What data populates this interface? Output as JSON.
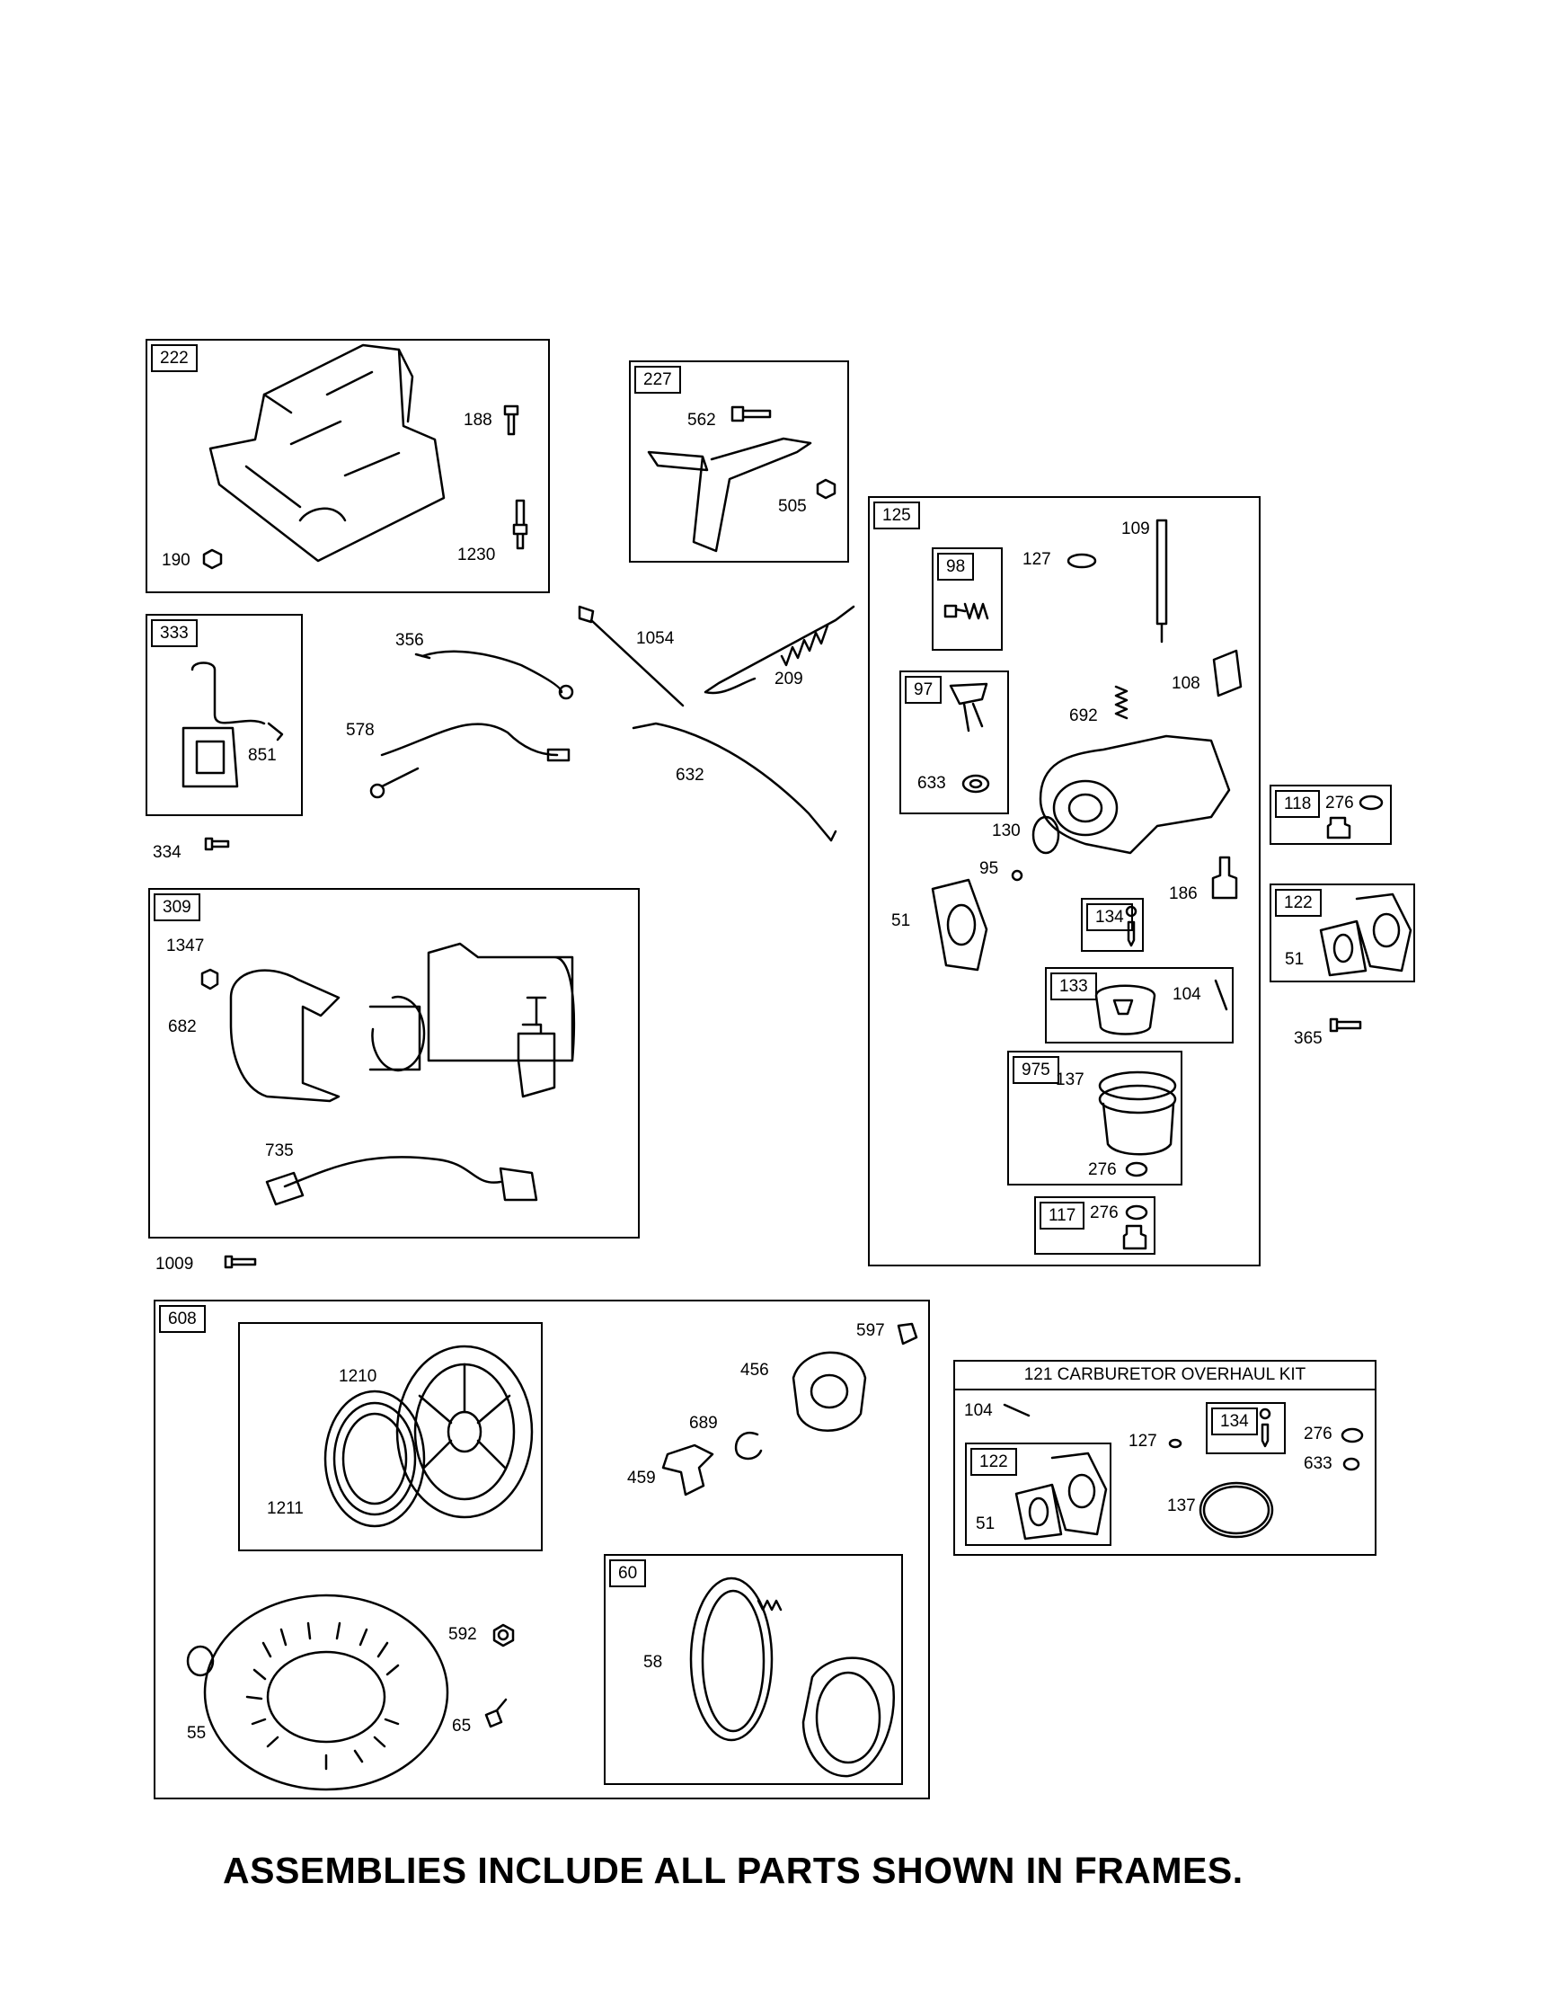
{
  "frames": {
    "f222": "222",
    "f227": "227",
    "f125": "125",
    "f98": "98",
    "f97": "97",
    "f333": "333",
    "f309": "309",
    "f118": "118",
    "f122": "122",
    "f134": "134",
    "f133": "133",
    "f975": "975",
    "f117": "117",
    "f608": "608",
    "f60": "60",
    "kit_122": "122",
    "kit_134": "134"
  },
  "kit": {
    "title": "121 CARBURETOR OVERHAUL KIT"
  },
  "labels": {
    "p188": "188",
    "p190": "190",
    "p1230": "1230",
    "p562": "562",
    "p505": "505",
    "p356": "356",
    "p578": "578",
    "p1054": "1054",
    "p209": "209",
    "p632": "632",
    "p851": "851",
    "p334": "334",
    "p127": "127",
    "p109": "109",
    "p108": "108",
    "p692": "692",
    "p633": "633",
    "p130": "130",
    "p95": "95",
    "p51": "51",
    "p186": "186",
    "p104": "104",
    "p137": "137",
    "p276a": "276",
    "p276b": "276",
    "p118_276": "276",
    "p122_51": "51",
    "p365": "365",
    "p1347": "1347",
    "p682": "682",
    "p735": "735",
    "p1009": "1009",
    "p1210": "1210",
    "p1211": "1211",
    "p597": "597",
    "p456": "456",
    "p689": "689",
    "p459": "459",
    "p592": "592",
    "p65": "65",
    "p55": "55",
    "p58": "58",
    "k104": "104",
    "k127": "127",
    "k276": "276",
    "k633": "633",
    "k51": "51",
    "k137": "137"
  },
  "footer": "ASSEMBLIES INCLUDE ALL PARTS SHOWN IN FRAMES.",
  "icons": [
    "bolt-icon",
    "nut-icon",
    "spring-icon",
    "wire-icon",
    "gasket-icon",
    "float-icon",
    "bowl-icon"
  ]
}
